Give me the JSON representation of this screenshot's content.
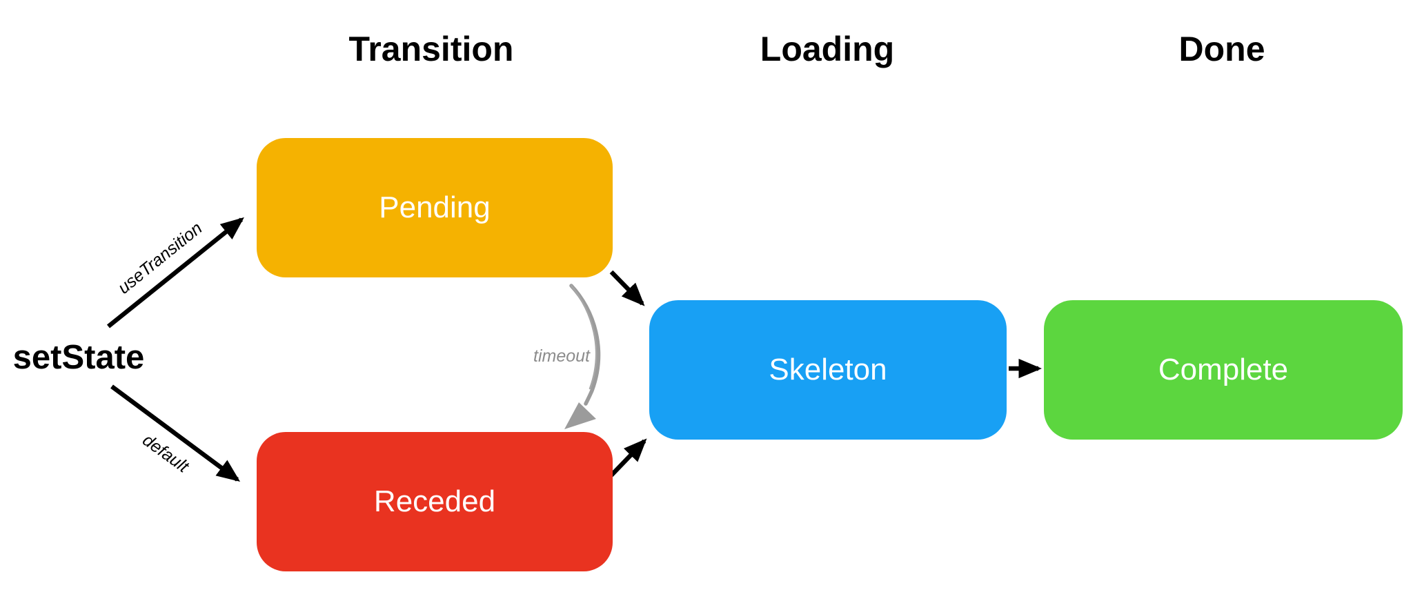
{
  "diagram": {
    "column_headers": [
      {
        "label": "Transition"
      },
      {
        "label": "Loading"
      },
      {
        "label": "Done"
      }
    ],
    "source": {
      "label": "setState"
    },
    "nodes": [
      {
        "id": "pending",
        "label": "Pending",
        "color": "#F5B201",
        "column": "Transition"
      },
      {
        "id": "receded",
        "label": "Receded",
        "color": "#E93320",
        "column": "Transition"
      },
      {
        "id": "skeleton",
        "label": "Skeleton",
        "color": "#18A0F4",
        "column": "Loading"
      },
      {
        "id": "complete",
        "label": "Complete",
        "color": "#5CD63F",
        "column": "Done"
      }
    ],
    "edges": [
      {
        "from": "setState",
        "to": "Pending",
        "label": "useTransition",
        "style": "solid-black"
      },
      {
        "from": "setState",
        "to": "Receded",
        "label": "default",
        "style": "solid-black"
      },
      {
        "from": "Pending",
        "to": "Receded",
        "label": "timeout",
        "style": "sketchy-gray-curve"
      },
      {
        "from": "Pending",
        "to": "Skeleton",
        "label": "",
        "style": "solid-black"
      },
      {
        "from": "Receded",
        "to": "Skeleton",
        "label": "",
        "style": "solid-black"
      },
      {
        "from": "Skeleton",
        "to": "Complete",
        "label": "",
        "style": "solid-black"
      }
    ],
    "colors": {
      "background": "#FFFFFF",
      "heading_text": "#000000",
      "node_text": "#FFFFFF",
      "arrow_black": "#000000",
      "arrow_gray": "#9B9B9B",
      "timeout_label_gray": "#8C8C8C"
    }
  }
}
